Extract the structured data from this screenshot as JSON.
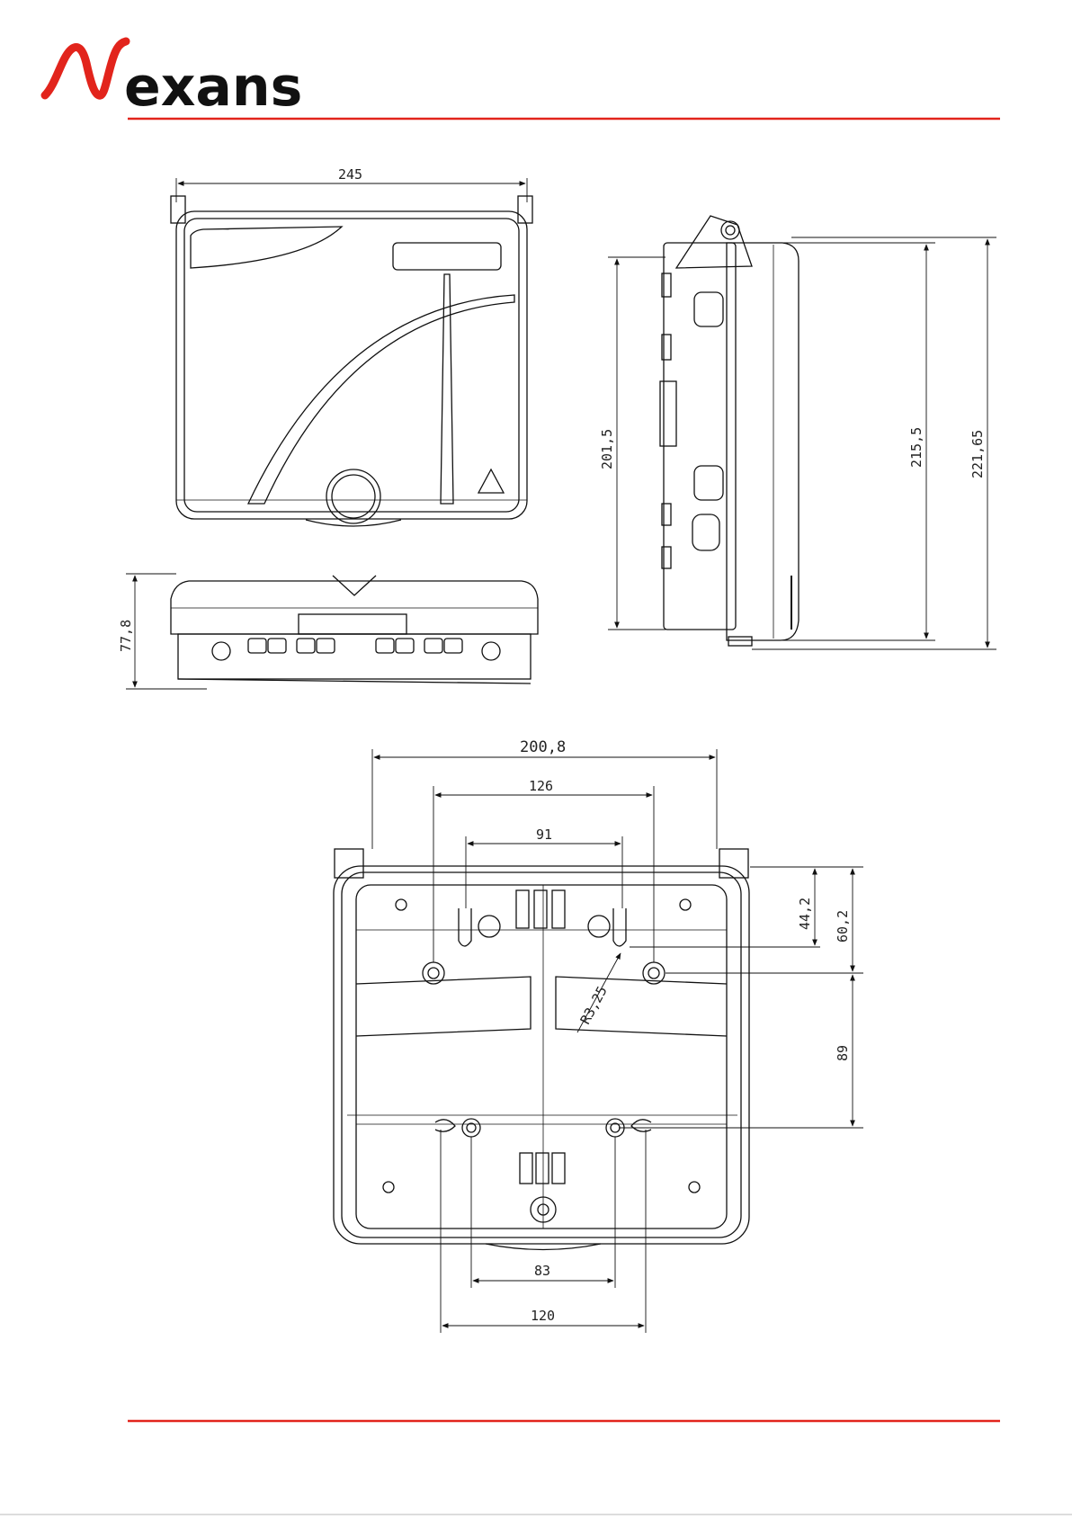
{
  "brand": {
    "logo_text": "exans",
    "accent_color": "#e2241c"
  },
  "views": {
    "front": {
      "width_dim": "245"
    },
    "bottom": {
      "height_dim": "77,8"
    },
    "side": {
      "dim_1": "201,5",
      "dim_2": "215,5",
      "dim_3": "221,65"
    },
    "back": {
      "dim_overall": "200,8",
      "dim_126": "126",
      "dim_91": "91",
      "dim_44": "44,2",
      "dim_60": "60,2",
      "dim_89": "89",
      "radius": "R3,25",
      "dim_83": "83",
      "dim_120": "120"
    }
  }
}
